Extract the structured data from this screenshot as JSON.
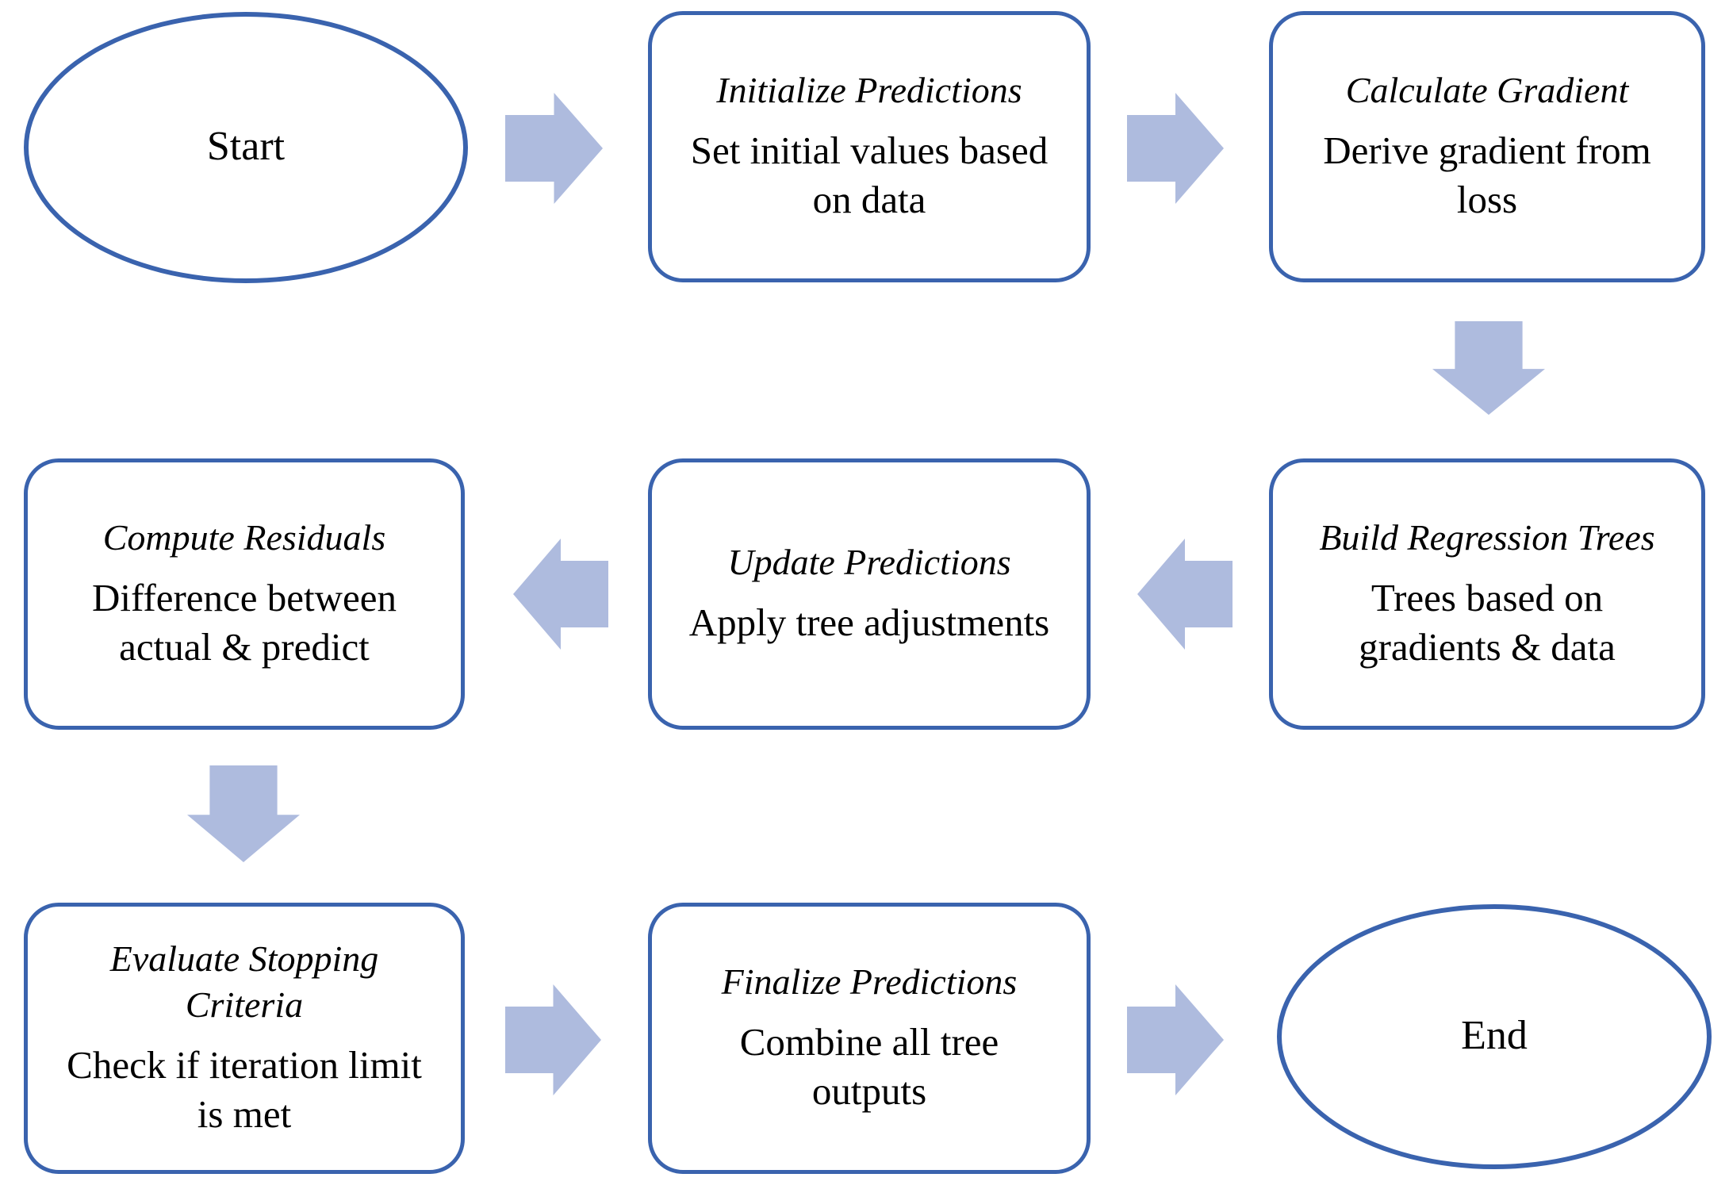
{
  "diagram": {
    "background": "#ffffff",
    "shape_border_color": "#3a63ae",
    "arrow_fill_color": "#aebbde",
    "text_color": "#000000"
  },
  "nodes": {
    "start": {
      "shape": "ellipse",
      "label": "Start"
    },
    "initialize_predictions": {
      "shape": "rounded-rectangle",
      "title": "Initialize Predictions",
      "description": "Set initial values based\non data"
    },
    "calculate_gradient": {
      "shape": "rounded-rectangle",
      "title": "Calculate Gradient",
      "description": "Derive gradient from\nloss"
    },
    "build_regression_trees": {
      "shape": "rounded-rectangle",
      "title": "Build Regression Trees",
      "description": "Trees based on\ngradients & data"
    },
    "update_predictions": {
      "shape": "rounded-rectangle",
      "title": "Update Predictions",
      "description": "Apply tree adjustments"
    },
    "compute_residuals": {
      "shape": "rounded-rectangle",
      "title": "Compute Residuals",
      "description": "Difference between\nactual & predict"
    },
    "evaluate_stopping_criteria": {
      "shape": "rounded-rectangle",
      "title": "Evaluate Stopping\nCriteria",
      "description": "Check if iteration limit\nis met"
    },
    "finalize_predictions": {
      "shape": "rounded-rectangle",
      "title": "Finalize Predictions",
      "description": "Combine all tree\noutputs"
    },
    "end": {
      "shape": "ellipse",
      "label": "End"
    }
  },
  "flow": [
    {
      "from": "start",
      "to": "initialize_predictions",
      "direction": "right"
    },
    {
      "from": "initialize_predictions",
      "to": "calculate_gradient",
      "direction": "right"
    },
    {
      "from": "calculate_gradient",
      "to": "build_regression_trees",
      "direction": "down"
    },
    {
      "from": "build_regression_trees",
      "to": "update_predictions",
      "direction": "left"
    },
    {
      "from": "update_predictions",
      "to": "compute_residuals",
      "direction": "left"
    },
    {
      "from": "compute_residuals",
      "to": "evaluate_stopping_criteria",
      "direction": "down"
    },
    {
      "from": "evaluate_stopping_criteria",
      "to": "finalize_predictions",
      "direction": "right"
    },
    {
      "from": "finalize_predictions",
      "to": "end",
      "direction": "right"
    }
  ]
}
